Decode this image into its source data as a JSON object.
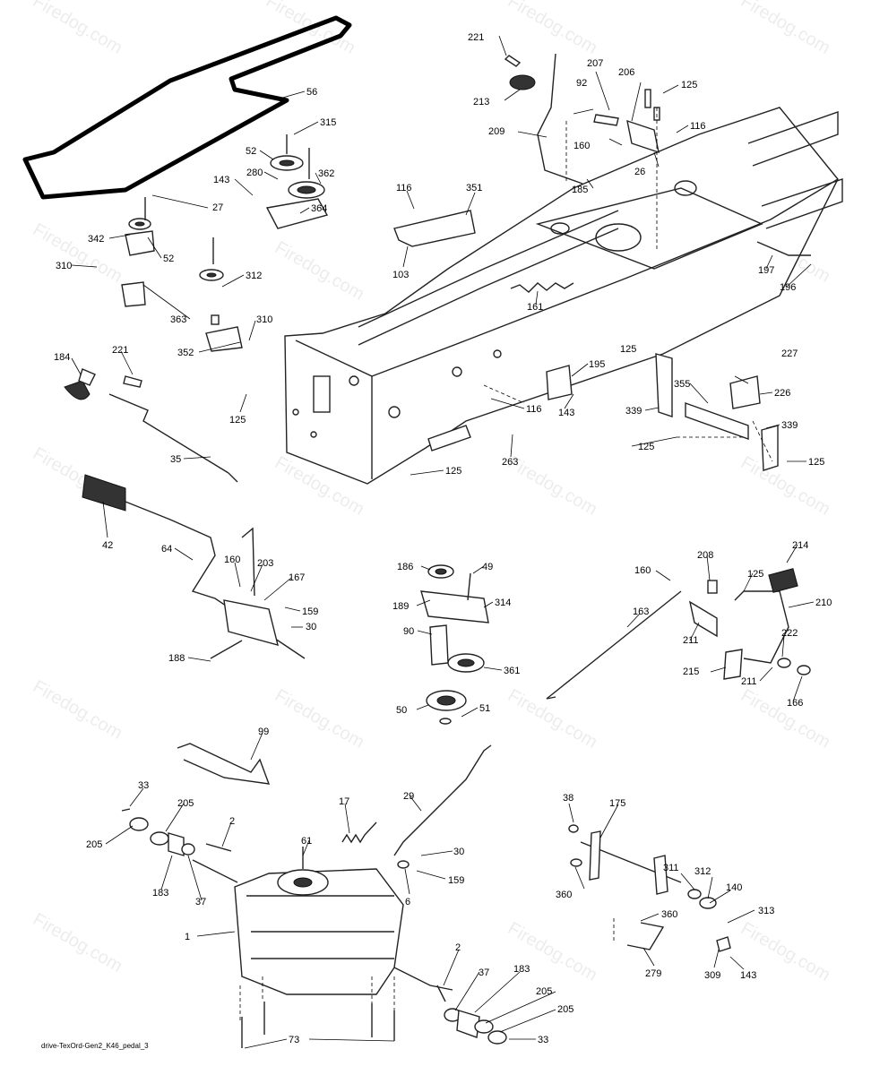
{
  "watermark": {
    "text": "Firedog.com",
    "copyright": "©"
  },
  "footer": {
    "code": "drive-TexOrd-Gen2_K46_pedal_3"
  },
  "callouts": [
    "56",
    "221",
    "207",
    "206",
    "125",
    "213",
    "92",
    "116",
    "209",
    "160",
    "26",
    "185",
    "315",
    "52",
    "280",
    "362",
    "143",
    "364",
    "27",
    "116",
    "351",
    "342",
    "52",
    "310",
    "312",
    "363",
    "352",
    "310",
    "103",
    "197",
    "196",
    "161",
    "184",
    "221",
    "125",
    "35",
    "195",
    "125",
    "227",
    "226",
    "355",
    "116",
    "143",
    "339",
    "125",
    "339",
    "125",
    "263",
    "125",
    "42",
    "64",
    "160",
    "203",
    "167",
    "159",
    "30",
    "188",
    "186",
    "49",
    "189",
    "314",
    "90",
    "361",
    "50",
    "51",
    "160",
    "208",
    "214",
    "125",
    "210",
    "163",
    "211",
    "222",
    "211",
    "215",
    "166",
    "99",
    "33",
    "205",
    "205",
    "183",
    "37",
    "2",
    "61",
    "17",
    "29",
    "30",
    "159",
    "6",
    "1",
    "2",
    "37",
    "183",
    "205",
    "205",
    "33",
    "73",
    "38",
    "175",
    "360",
    "311",
    "312",
    "140",
    "313",
    "360",
    "279",
    "309",
    "143"
  ]
}
